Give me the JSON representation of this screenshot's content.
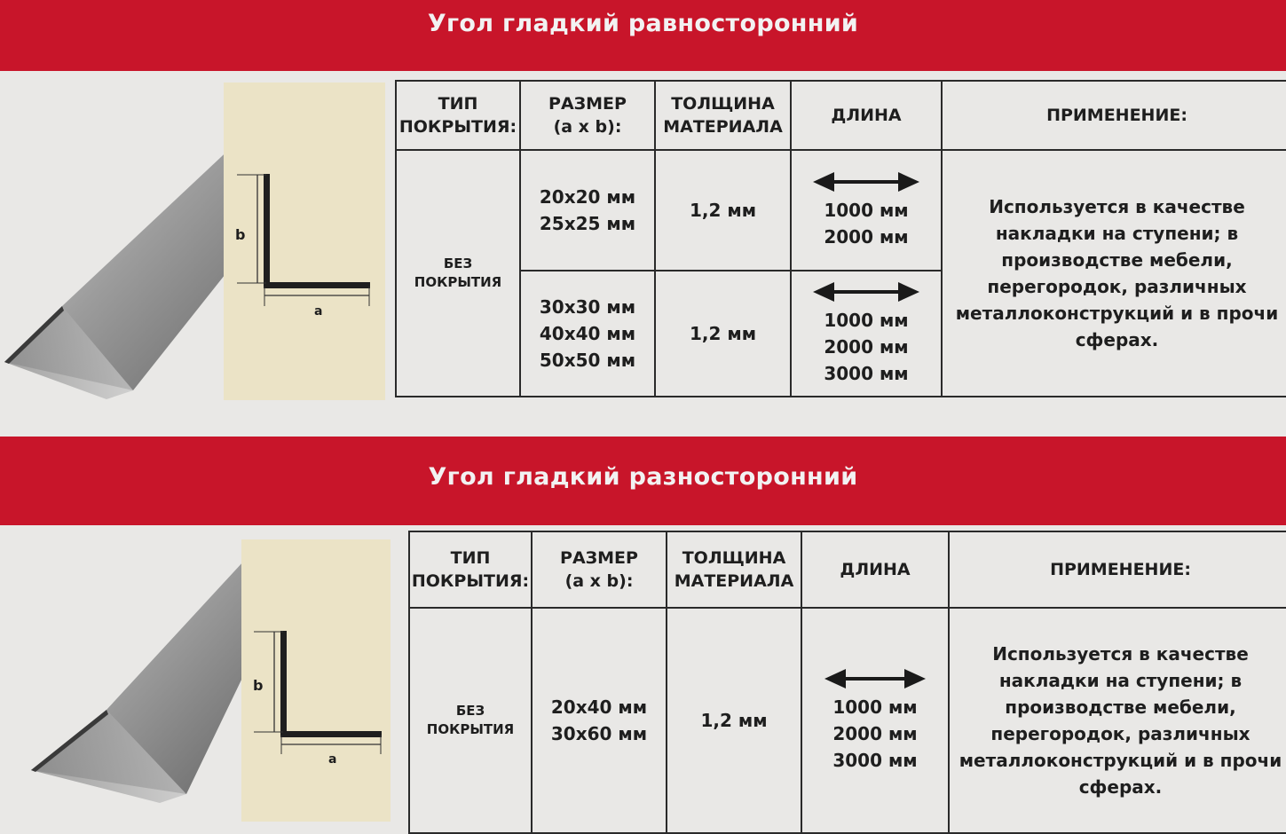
{
  "colors": {
    "banner": "#c8152a",
    "panel": "#ebe3c6",
    "grid": "#2a2a2a"
  },
  "sections": [
    {
      "title": "Угол гладкий равносторонний",
      "headers": [
        "ТИП\nПОКРЫТИЯ:",
        "РАЗМЕР\n(a x b):",
        "ТОЛЩИНА\nМАТЕРИАЛА",
        "ДЛИНА",
        "ПРИМЕНЕНИЕ:"
      ],
      "coating": "БЕЗ\nПОКРЫТИЯ",
      "rows": [
        {
          "size": "20x20 мм\n25x25 мм",
          "thickness": "1,2 мм",
          "length": "1000 мм\n2000 мм"
        },
        {
          "size": "30x30 мм\n40x40 мм\n50x50 мм",
          "thickness": "1,2 мм",
          "length": "1000 мм\n2000 мм\n3000 мм"
        }
      ],
      "application": "Используется в качестве накладки на ступени; в производстве мебели, перегородок, различных металлоконструкций и в прочи сферах.",
      "diagram": {
        "label_b": "b",
        "label_a": "a"
      }
    },
    {
      "title": "Угол гладкий разносторонний",
      "headers": [
        "ТИП\nПОКРЫТИЯ:",
        "РАЗМЕР\n(a x b):",
        "ТОЛЩИНА\nМАТЕРИАЛА",
        "ДЛИНА",
        "ПРИМЕНЕНИЕ:"
      ],
      "coating": "БЕЗ\nПОКРЫТИЯ",
      "rows": [
        {
          "size": "20x40 мм\n30x60 мм",
          "thickness": "1,2 мм",
          "length": "1000 мм\n2000 мм\n3000 мм"
        }
      ],
      "application": "Используется в качестве накладки на ступени; в производстве мебели, перегородок, различных металлоконструкций и в прочи сферах.",
      "diagram": {
        "label_b": "b",
        "label_a": "a"
      }
    }
  ]
}
